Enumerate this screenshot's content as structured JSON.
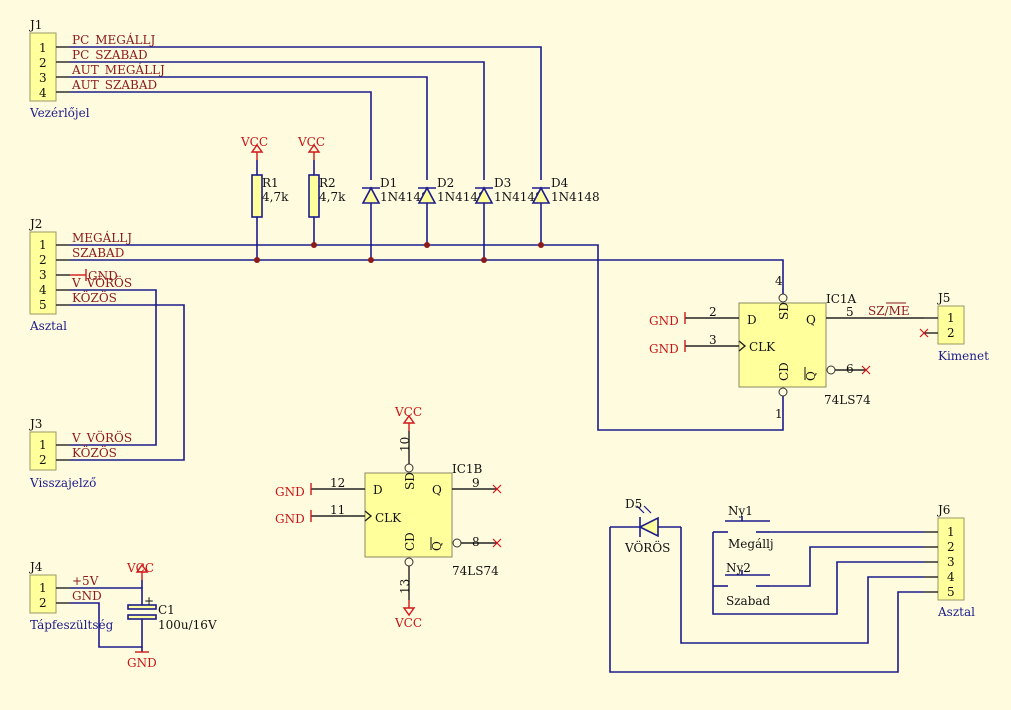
{
  "connectors": {
    "j1": {
      "ref": "J1",
      "name": "Vezérlőjel",
      "pins": [
        "1",
        "2",
        "3",
        "4"
      ]
    },
    "j2": {
      "ref": "J2",
      "name": "Asztal",
      "pins": [
        "1",
        "2",
        "3",
        "4",
        "5"
      ]
    },
    "j3": {
      "ref": "J3",
      "name": "Visszajelző",
      "pins": [
        "1",
        "2"
      ]
    },
    "j4": {
      "ref": "J4",
      "name": "Tápfeszültség",
      "pins": [
        "1",
        "2"
      ]
    },
    "j5": {
      "ref": "J5",
      "name": "Kimenet",
      "pins": [
        "1",
        "2"
      ]
    },
    "j6": {
      "ref": "J6",
      "name": "Asztal",
      "pins": [
        "1",
        "2",
        "3",
        "4",
        "5"
      ]
    }
  },
  "nets": {
    "pc_megallj": "PC_MEGÁLLJ",
    "pc_szabad": "PC_SZABAD",
    "aut_megallj": "AUT_MEGÁLLJ",
    "aut_szabad": "AUT_SZABAD",
    "megallj": "MEGÁLLJ",
    "szabad": "SZABAD",
    "gnd_j2": "GND",
    "v_voros": "V_VÖRÖS",
    "kozos": "KÖZÖS",
    "v_voros_j3": "V_VÖRÖS",
    "kozos_j3": "KÖZÖS",
    "plus5v": "+5V",
    "gnd_j4": "GND",
    "sz_me": "SZ/ME"
  },
  "power": {
    "vcc": "VCC",
    "gnd": "GND"
  },
  "resistors": [
    {
      "ref": "R1",
      "value": "4,7k"
    },
    {
      "ref": "R2",
      "value": "4,7k"
    }
  ],
  "diodes": [
    {
      "ref": "D1",
      "part": "1N4148"
    },
    {
      "ref": "D2",
      "part": "1N4148"
    },
    {
      "ref": "D3",
      "part": "1N4148"
    },
    {
      "ref": "D4",
      "part": "1N4148"
    }
  ],
  "led": {
    "ref": "D5",
    "value": "VÖRÖS"
  },
  "capacitor": {
    "ref": "C1",
    "value": "100u/16V",
    "polarity": "+"
  },
  "buttons": [
    {
      "ref": "Ny1",
      "value": "Megállj"
    },
    {
      "ref": "Ny2",
      "value": "Szabad"
    }
  ],
  "ic1a": {
    "ref": "IC1A",
    "part": "74LS74",
    "pin_labels": {
      "d": "D",
      "clk": "CLK",
      "sd": "SD",
      "cd": "CD",
      "q": "Q",
      "qn": "Q"
    },
    "pin_numbers": {
      "d": "2",
      "clk": "3",
      "sd": "4",
      "cd": "1",
      "q": "5",
      "qn": "6"
    }
  },
  "ic1b": {
    "ref": "IC1B",
    "part": "74LS74",
    "pin_labels": {
      "d": "D",
      "clk": "CLK",
      "sd": "SD",
      "cd": "CD",
      "q": "Q",
      "qn": "Q"
    },
    "pin_numbers": {
      "d": "12",
      "clk": "11",
      "sd": "10",
      "cd": "13",
      "q": "9",
      "qn": "8"
    }
  }
}
